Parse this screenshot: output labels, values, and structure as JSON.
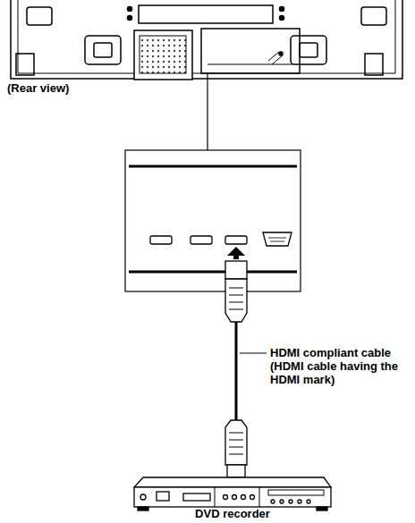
{
  "diagram": {
    "labels": [
      "(Rear view)",
      "HDMI compliant cable (HDMI cable having the HDMI mark)",
      "DVD recorder"
    ]
  }
}
